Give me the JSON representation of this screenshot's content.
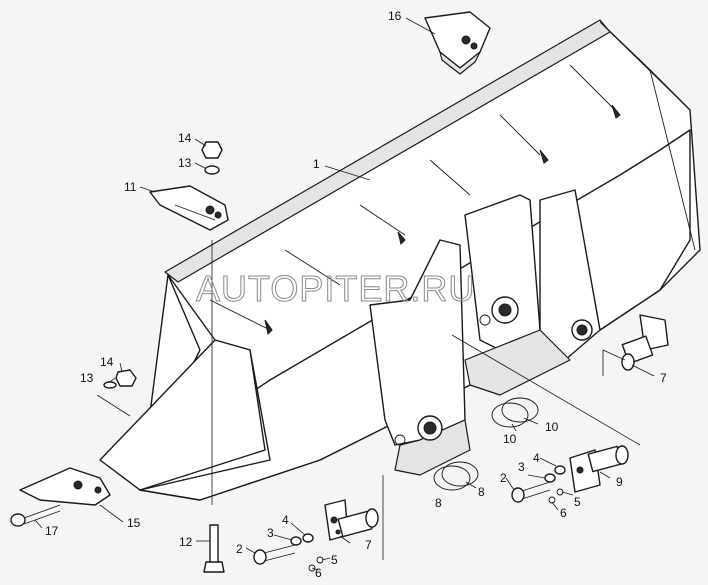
{
  "watermark": "AUTOPITER.RU",
  "callouts": {
    "c1": "1",
    "c2a": "2",
    "c2b": "2",
    "c3a": "3",
    "c3b": "3",
    "c4a": "4",
    "c4b": "4",
    "c5a": "5",
    "c5b": "5",
    "c6a": "6",
    "c6b": "6",
    "c7a": "7",
    "c7b": "7",
    "c8a": "8",
    "c8b": "8",
    "c9": "9",
    "c10a": "10",
    "c10b": "10",
    "c11": "11",
    "c12": "12",
    "c13a": "13",
    "c13b": "13",
    "c14a": "14",
    "c14b": "14",
    "c15": "15",
    "c16": "16",
    "c17": "17"
  }
}
